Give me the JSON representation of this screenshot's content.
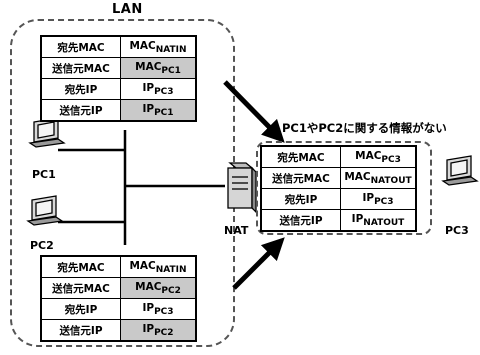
{
  "lan": {
    "title": "LAN"
  },
  "packet_pc1": {
    "rows": [
      {
        "key": "宛先MAC",
        "base": "MAC",
        "sub": "NATIN",
        "highlight": false
      },
      {
        "key": "送信元MAC",
        "base": "MAC",
        "sub": "PC1",
        "highlight": true
      },
      {
        "key": "宛先IP",
        "base": "IP",
        "sub": "PC3",
        "highlight": false
      },
      {
        "key": "送信元IP",
        "base": "IP",
        "sub": "PC1",
        "highlight": true
      }
    ]
  },
  "packet_pc2": {
    "rows": [
      {
        "key": "宛先MAC",
        "base": "MAC",
        "sub": "NATIN",
        "highlight": false
      },
      {
        "key": "送信元MAC",
        "base": "MAC",
        "sub": "PC2",
        "highlight": true
      },
      {
        "key": "宛先IP",
        "base": "IP",
        "sub": "PC3",
        "highlight": false
      },
      {
        "key": "送信元IP",
        "base": "IP",
        "sub": "PC2",
        "highlight": true
      }
    ]
  },
  "packet_out": {
    "rows": [
      {
        "key": "宛先MAC",
        "base": "MAC",
        "sub": "PC3",
        "highlight": false
      },
      {
        "key": "送信元MAC",
        "base": "MAC",
        "sub": "NATOUT",
        "highlight": false
      },
      {
        "key": "宛先IP",
        "base": "IP",
        "sub": "PC3",
        "highlight": false
      },
      {
        "key": "送信元IP",
        "base": "IP",
        "sub": "NATOUT",
        "highlight": false
      }
    ]
  },
  "annotation": {
    "text": "PC1やPC2に関する情報がない"
  },
  "nodes": {
    "pc1": "PC1",
    "pc2": "PC2",
    "pc3": "PC3",
    "nat": "NAT"
  }
}
